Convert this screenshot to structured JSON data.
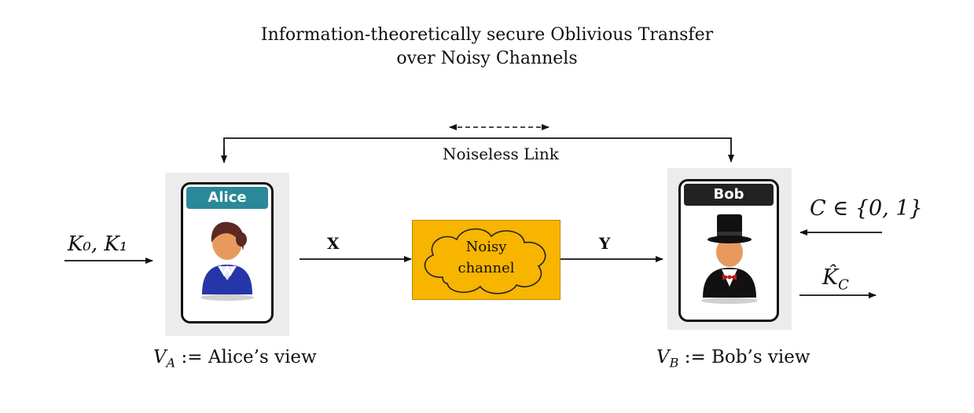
{
  "title": {
    "line1": "Information-theoretically secure Oblivious Transfer",
    "line2": "over Noisy Channels"
  },
  "noiseless_link": {
    "label": "Noiseless Link"
  },
  "alice": {
    "name": "Alice",
    "header_color": "#2a8898",
    "input": "K₀, K₁",
    "view": "V_A := Alice's view",
    "view_var": "V",
    "view_sub": "A",
    "view_rest": " := Alice’s view"
  },
  "bob": {
    "name": "Bob",
    "header_color": "#222222",
    "choice": "C ∈ {0, 1}",
    "output_var": "K̂",
    "output_sub": "C",
    "view_var": "V",
    "view_sub": "B",
    "view_rest": " := Bob’s view"
  },
  "channel": {
    "line1": "Noisy",
    "line2": "channel",
    "fill_color": "#f7b500",
    "input_label": "X",
    "output_label": "Y"
  }
}
